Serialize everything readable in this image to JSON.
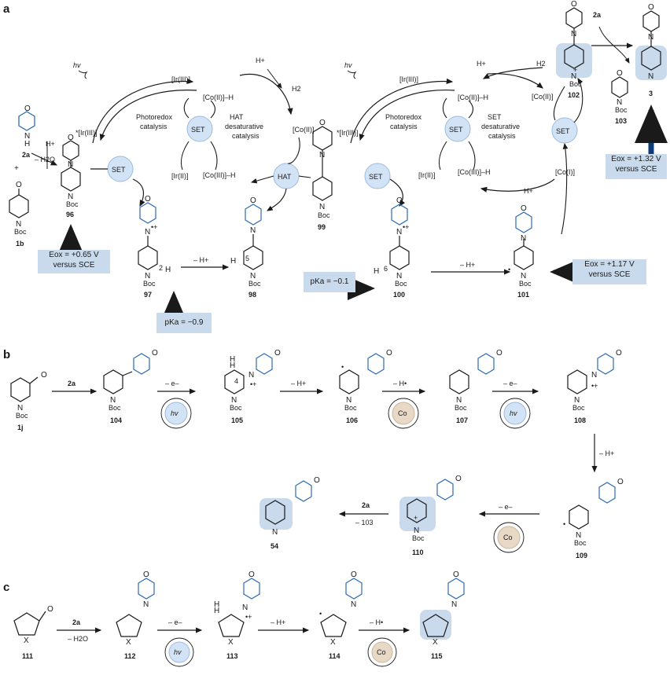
{
  "panels": {
    "a": "a",
    "b": "b",
    "c": "c"
  },
  "compounds": {
    "c2a": "2a",
    "c1b": "1b",
    "c96": "96",
    "c97": "97",
    "c98": "98",
    "c99": "99",
    "c100": "100",
    "c101": "101",
    "c102": "102",
    "c103": "103",
    "c3": "3",
    "c1j": "1j",
    "c104": "104",
    "c105": "105",
    "c106": "106",
    "c107": "107",
    "c108": "108",
    "c109": "109",
    "c110": "110",
    "c54": "54",
    "c111": "111",
    "c112": "112",
    "c113": "113",
    "c114": "114",
    "c115": "115"
  },
  "atoms": {
    "N": "N",
    "O": "O",
    "H": "H",
    "X": "X",
    "Boc": "Boc",
    "plus": "+",
    "radical_cation": "•+",
    "radical": "•"
  },
  "labels": {
    "hv": "hv",
    "co": "Co",
    "set": "SET",
    "hat": "HAT",
    "ir3": "[Ir(III)]",
    "ir3_excited": "*[Ir(III)]",
    "ir2": "[Ir(II)]",
    "co2h": "[Co(II)]–H",
    "co3h": "[Co(III)]–H",
    "co2": "[Co(II)]",
    "co1": "[Co(I)]",
    "hplus": "H+",
    "h2": "H2",
    "photoredox": "Photoredox",
    "catalysis": "catalysis",
    "hat_desat": "HAT",
    "desaturative": "desaturative",
    "set_desat": "SET",
    "minus_h2o": "– H2O",
    "plus_sign": "+",
    "minus_hplus": "– H+",
    "minus_e": "– e–",
    "minus_hdot": "– H•",
    "minus_103": "– 103",
    "reagent_2a": "2a",
    "pos2": "2",
    "pos4": "4",
    "pos5": "5",
    "pos6": "6"
  },
  "boxes": {
    "eox96": [
      "Eox = +0.65 V",
      "versus SCE"
    ],
    "eox3": [
      "Eox = +1.32 V",
      "versus SCE"
    ],
    "eox101": [
      "Eox = +1.17 V",
      "versus SCE"
    ],
    "pka97": "pKa = −0.9",
    "pka100": "pKa = −0.1"
  },
  "colors": {
    "blue": "#2d6cb5",
    "navy": "#0c3c78",
    "light_blue": "#c9daec",
    "circle_blue": "#d2e3f5",
    "tan": "#e8d9c7",
    "black": "#1a1a1a"
  }
}
